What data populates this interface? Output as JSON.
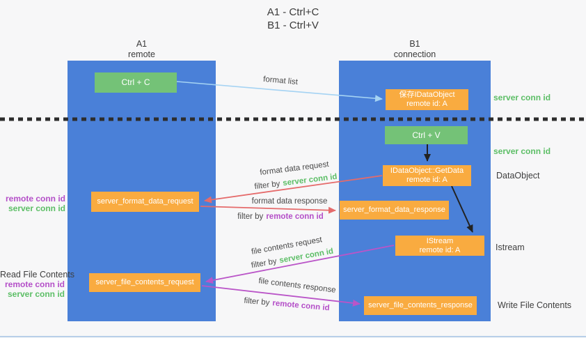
{
  "title": {
    "line1": "A1 - Ctrl+C",
    "line2": "B1 - Ctrl+V"
  },
  "lanes": {
    "left": {
      "name": "A1",
      "role": "remote"
    },
    "right": {
      "name": "B1",
      "role": "connection"
    }
  },
  "nodes": {
    "ctrl_c": {
      "label": "Ctrl + C"
    },
    "save_dataobject": {
      "line1": "保存IDataObject",
      "line2": "remote id: A"
    },
    "ctrl_v": {
      "label": "Ctrl + V"
    },
    "getdata": {
      "line1": "IDataObject::GetData",
      "line2": "remote id: A"
    },
    "istream": {
      "line1": "IStream",
      "line2": "remote id: A"
    },
    "format_request": {
      "label": "server_format_data_request"
    },
    "format_response": {
      "label": "server_format_data_response"
    },
    "file_request": {
      "label": "server_file_contents_request"
    },
    "file_response": {
      "label": "server_file_contents_response"
    }
  },
  "edges": {
    "format_list": {
      "label": "format list"
    },
    "format_data_request": {
      "label": "format data request",
      "filter_prefix": "filter by",
      "filter_key": "server conn id"
    },
    "format_data_response": {
      "label": "format data response",
      "filter_prefix": "filter by",
      "filter_key": "remote conn id"
    },
    "file_contents_request": {
      "label": "file contents request",
      "filter_prefix": "filter by",
      "filter_key": "server conn id"
    },
    "file_contents_response": {
      "label": "file contents response",
      "filter_prefix": "filter by",
      "filter_key": "remote conn id"
    }
  },
  "annotations": {
    "right_server_conn_id_top": "server conn id",
    "right_server_conn_id_mid": "server conn id",
    "right_dataobject": "DataObject",
    "right_istream": "Istream",
    "right_write_file_contents": "Write File Contents",
    "left_remote_conn_id_top": "remote conn id",
    "left_server_conn_id_top": "server conn id",
    "left_read_file_contents": "Read File Contents",
    "left_remote_conn_id_bottom": "remote conn id",
    "left_server_conn_id_bottom": "server conn id"
  },
  "colors": {
    "lane_blue": "#4a80d8",
    "node_green": "#74c277",
    "node_orange": "#f9ab40",
    "arrow_light_blue": "#a5d3f3",
    "arrow_red": "#e56b6b",
    "arrow_purple": "#ba55c8",
    "arrow_black": "#222222",
    "text_green": "#5cbe66",
    "text_purple": "#b44fc8",
    "separator_dash": "#2d2d2d"
  }
}
